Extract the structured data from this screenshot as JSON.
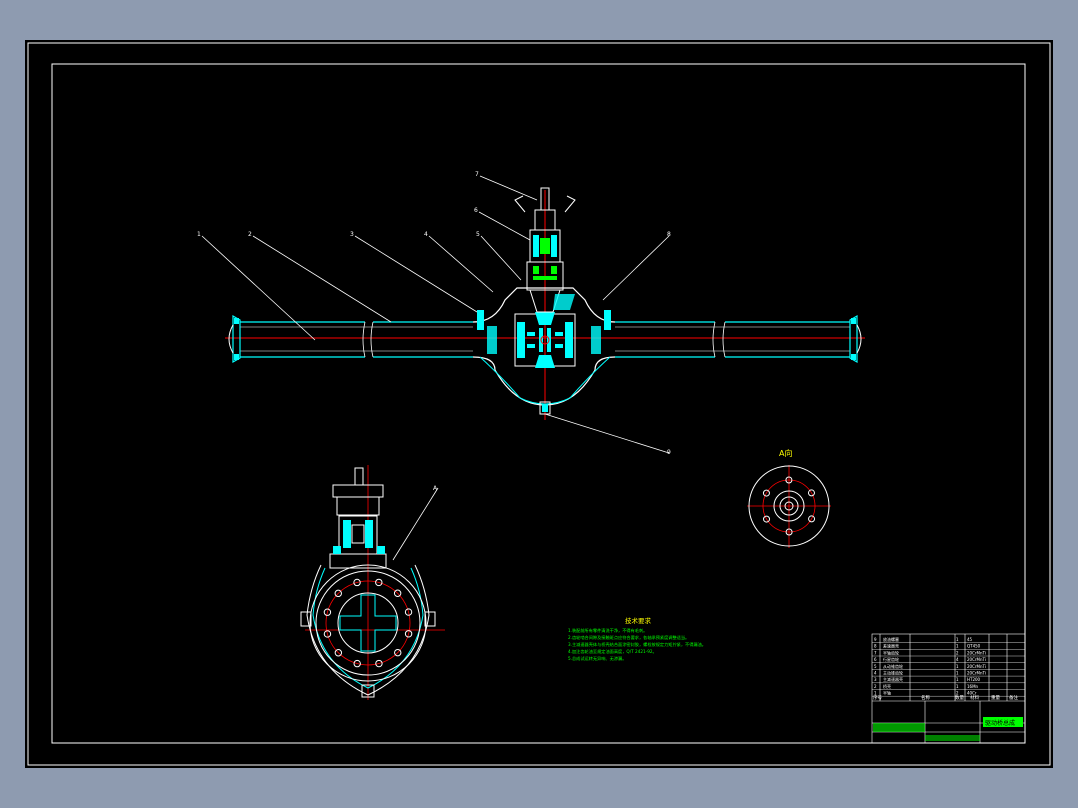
{
  "drawing": {
    "part_numbers": [
      "1",
      "2",
      "3",
      "4",
      "5",
      "6",
      "7",
      "8",
      "9"
    ],
    "view_label": "A向",
    "section_label": "A",
    "notes_title": "技术要求",
    "notes": [
      "1.装配前所有零件清洗干净，不得有毛刺。",
      "2.齿轮啮合间隙及接触斑点应符合要求，各轴承预紧度调整适当。",
      "3.主减速器壳体与桥壳结合面涂密封胶，螺栓按规定力矩拧紧，不得漏油。",
      "4.加注齿轮油至规定油面高度，Q/T 2421-92。",
      "5.总成试运转无异响、无渗漏。"
    ],
    "title_block": {
      "drawing_name": "驱动桥总成",
      "rows": [
        [
          "9",
          "放油螺塞",
          "1",
          "45"
        ],
        [
          "8",
          "差速器壳",
          "1",
          "QT450"
        ],
        [
          "7",
          "半轴齿轮",
          "2",
          "20CrMnTi"
        ],
        [
          "6",
          "行星齿轮",
          "4",
          "20CrMnTi"
        ],
        [
          "5",
          "从动锥齿轮",
          "1",
          "20CrMnTi"
        ],
        [
          "4",
          "主动锥齿轮",
          "1",
          "20CrMnTi"
        ],
        [
          "3",
          "主减速器壳",
          "1",
          "HT200"
        ],
        [
          "2",
          "桥壳",
          "1",
          "16Mn"
        ],
        [
          "1",
          "半轴",
          "2",
          "40Cr"
        ]
      ],
      "header": [
        "序号",
        "名称",
        "数量",
        "材料",
        "重量",
        "备注"
      ]
    }
  },
  "colors": {
    "background": "#000000",
    "frame": "#ffffff",
    "outline": "#ffffff",
    "section": "#00ffff",
    "center_line": "#ff0000",
    "annotation": "#00ff00",
    "label": "#ffff00",
    "workspace": "#8e9bb0"
  }
}
